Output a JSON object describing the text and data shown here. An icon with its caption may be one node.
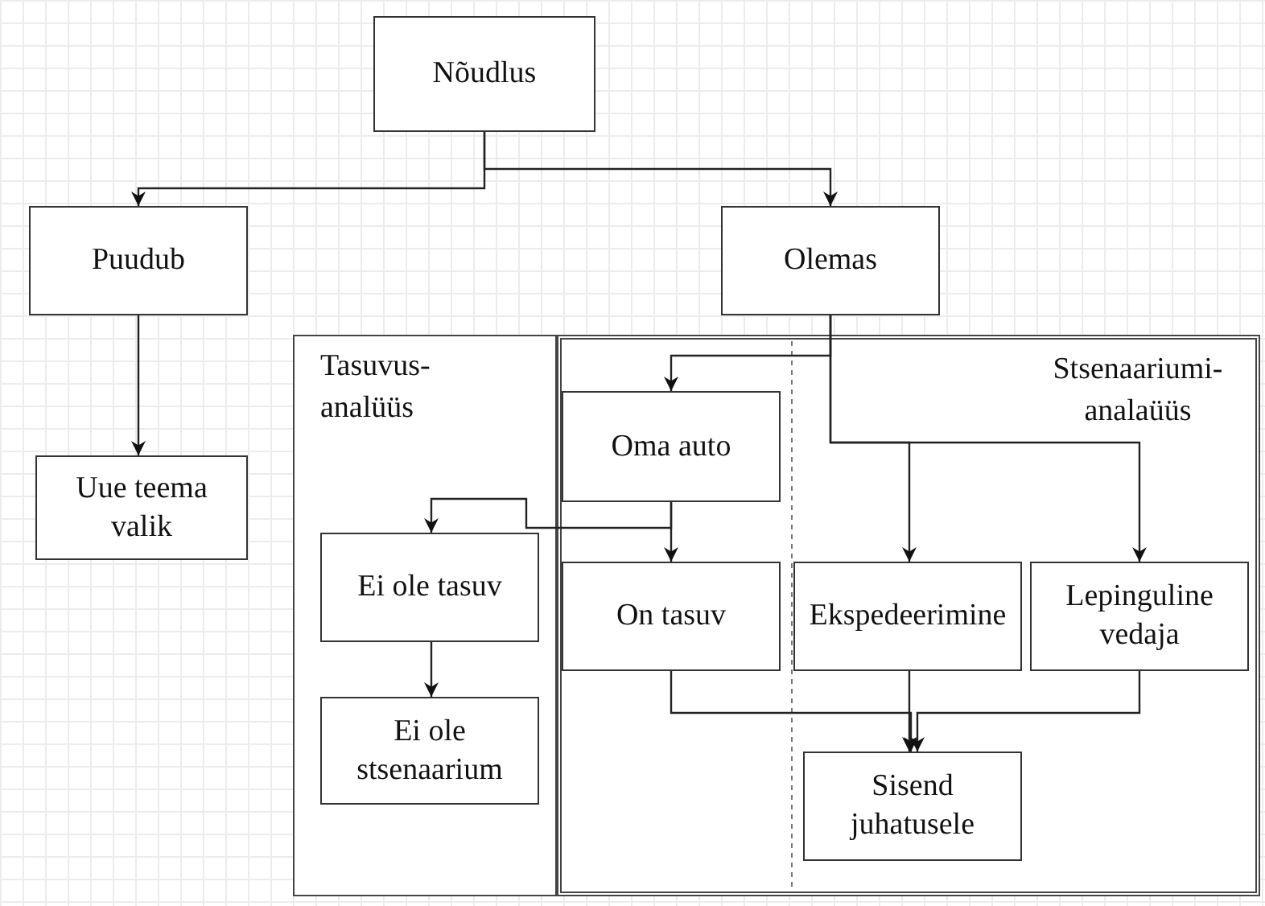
{
  "diagram": {
    "nodes": [
      {
        "text": [
          "Nõudlus"
        ]
      },
      {
        "text": [
          "Puudub"
        ]
      },
      {
        "text": [
          "Olemas"
        ]
      },
      {
        "text": [
          "Uue teema valik"
        ]
      },
      {
        "text": [
          "Tasuvus- analüüs"
        ]
      },
      {
        "text": [
          "Stsenaariumi- analaüüs"
        ]
      },
      {
        "text": [
          "Oma auto"
        ],
        "in": 5
      },
      {
        "text": [
          "Ei ole tasuv"
        ],
        "in": 4
      },
      {
        "text": [
          "On tasuv"
        ],
        "in": 5
      },
      {
        "text": [
          "Ekspedeerimine"
        ],
        "in": 5
      },
      {
        "text": [
          "Lepinguline vedaja"
        ],
        "in": 5
      },
      {
        "text": [
          "Ei ole stsenaarium"
        ],
        "in": 4
      },
      {
        "text": [
          "Sisend juhatusele"
        ],
        "in": 5
      }
    ],
    "edges": [
      {
        "from": 0,
        "to": 1,
        "arrow": "to"
      },
      {
        "from": 0,
        "to": 2,
        "arrow": "to"
      },
      {
        "from": 1,
        "to": 3,
        "arrow": "to"
      },
      {
        "from": 2,
        "to": 6,
        "arrow": "to"
      },
      {
        "from": 2,
        "to": 9,
        "arrow": "to"
      },
      {
        "from": 2,
        "to": 10,
        "arrow": "to"
      },
      {
        "from": 6,
        "to": 8,
        "arrow": "to"
      },
      {
        "from": 6,
        "to": 7,
        "arrow": "to"
      },
      {
        "from": 7,
        "to": 11,
        "arrow": "to"
      },
      {
        "from": 8,
        "to": 12,
        "arrow": "to"
      },
      {
        "from": 9,
        "to": 12,
        "arrow": "to"
      },
      {
        "from": 10,
        "to": 12,
        "arrow": "to"
      }
    ]
  }
}
